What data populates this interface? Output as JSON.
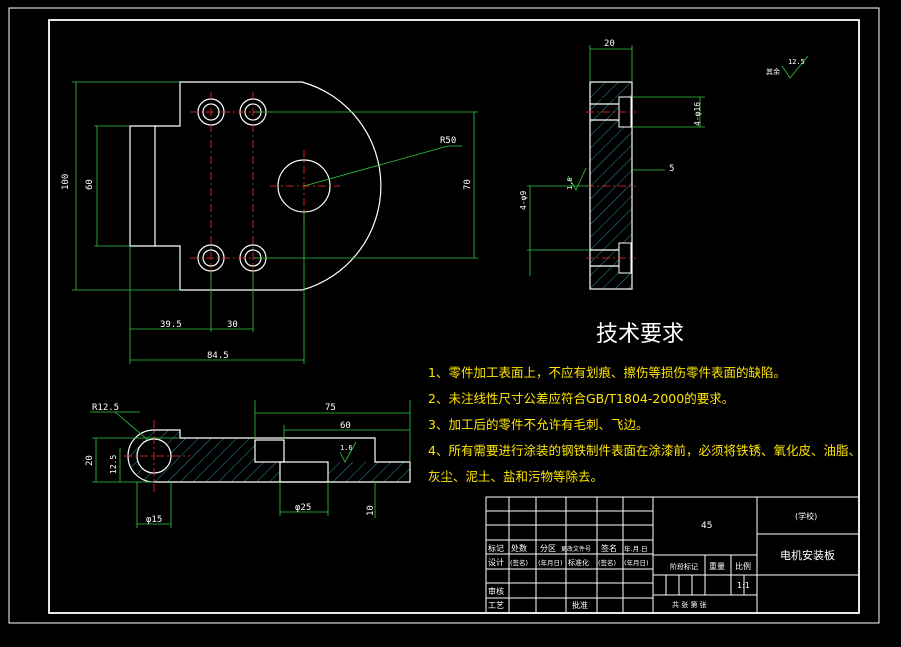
{
  "dimensions": {
    "front": {
      "h100": "100",
      "h60": "60",
      "h70": "70",
      "r50": "R50",
      "d39_5": "39.5",
      "d30": "30",
      "d84_5": "84.5"
    },
    "side": {
      "w20": "20",
      "hole": "4-φ16",
      "d5": "5",
      "hole2": "4-φ9",
      "rough": "1.6"
    },
    "bottom": {
      "r12_5": "R12.5",
      "d75": "75",
      "d60": "60",
      "rough": "1.6",
      "h20": "20",
      "h12_5": "12.5",
      "d15": "φ15",
      "d25": "φ25",
      "h10": "10"
    },
    "corner_rough": {
      "label": "其余",
      "value": "12.5"
    }
  },
  "requirements": {
    "title": "技术要求",
    "items": [
      "1、零件加工表面上，不应有划痕、擦伤等损伤零件表面的缺陷。",
      "2、未注线性尺寸公差应符合GB/T1804-2000的要求。",
      "3、加工后的零件不允许有毛刺、飞边。",
      "4、所有需要进行涂装的钢铁制件表面在涂漆前，必须将铁锈、氧化皮、油脂、",
      "灰尘、泥土、盐和污物等除去。"
    ]
  },
  "title_block": {
    "material": "45",
    "school": "(学校)",
    "drawing_name": "电机安装板",
    "scale": "1:1",
    "labels": {
      "mark": "标记",
      "count": "处数",
      "zone": "分区",
      "change_doc": "更改文件号",
      "sign": "签名",
      "date": "年.月.日",
      "design": "设计",
      "signed": "(签名)",
      "ymd": "(年月日)",
      "standard": "标准化",
      "review": "审核",
      "process": "工艺",
      "approve": "批准",
      "stage_mark": "阶段标记",
      "weight": "重量",
      "ratio": "比例",
      "sheets": "共  张  第  张"
    }
  }
}
